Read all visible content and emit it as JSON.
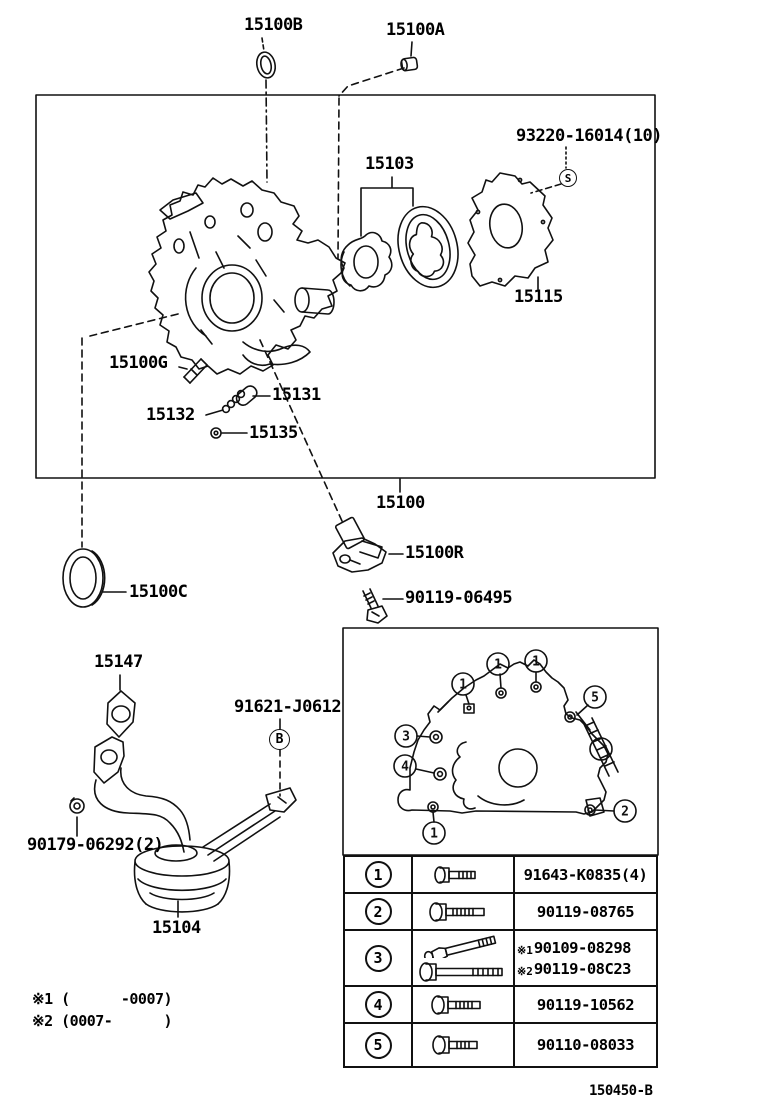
{
  "page": {
    "footer_code": "150450-B"
  },
  "markers": {
    "s": "S",
    "b": "B"
  },
  "callouts": {
    "b15100B": "15100B",
    "a15100A": "15100A",
    "n93220": "93220-16014(10)",
    "n15103": "15103",
    "n15115": "15115",
    "n15100G": "15100G",
    "n15131": "15131",
    "n15132": "15132",
    "n15135": "15135",
    "n15100": "15100",
    "n15100R": "15100R",
    "n90119_06495": "90119-06495",
    "n15100C": "15100C",
    "n15147": "15147",
    "n91621": "91621-J0612",
    "n90179": "90179-06292(2)",
    "n15104": "15104"
  },
  "notes": [
    "※1 (      -0007)",
    "※2 (0007-      )"
  ],
  "diagram": {
    "bolt_refs": [
      "1",
      "1",
      "1",
      "5",
      "3",
      "4",
      "1",
      "2"
    ]
  },
  "table": {
    "rows": [
      {
        "ref": "1",
        "part": "91643-K0835(4)"
      },
      {
        "ref": "2",
        "part": "90119-08765"
      },
      {
        "ref": "3",
        "parts": [
          {
            "prefix": "※1",
            "number": "90109-08298"
          },
          {
            "prefix": "※2",
            "number": "90119-08C23"
          }
        ]
      },
      {
        "ref": "4",
        "part": "90119-10562"
      },
      {
        "ref": "5",
        "part": "90110-08033"
      }
    ]
  }
}
